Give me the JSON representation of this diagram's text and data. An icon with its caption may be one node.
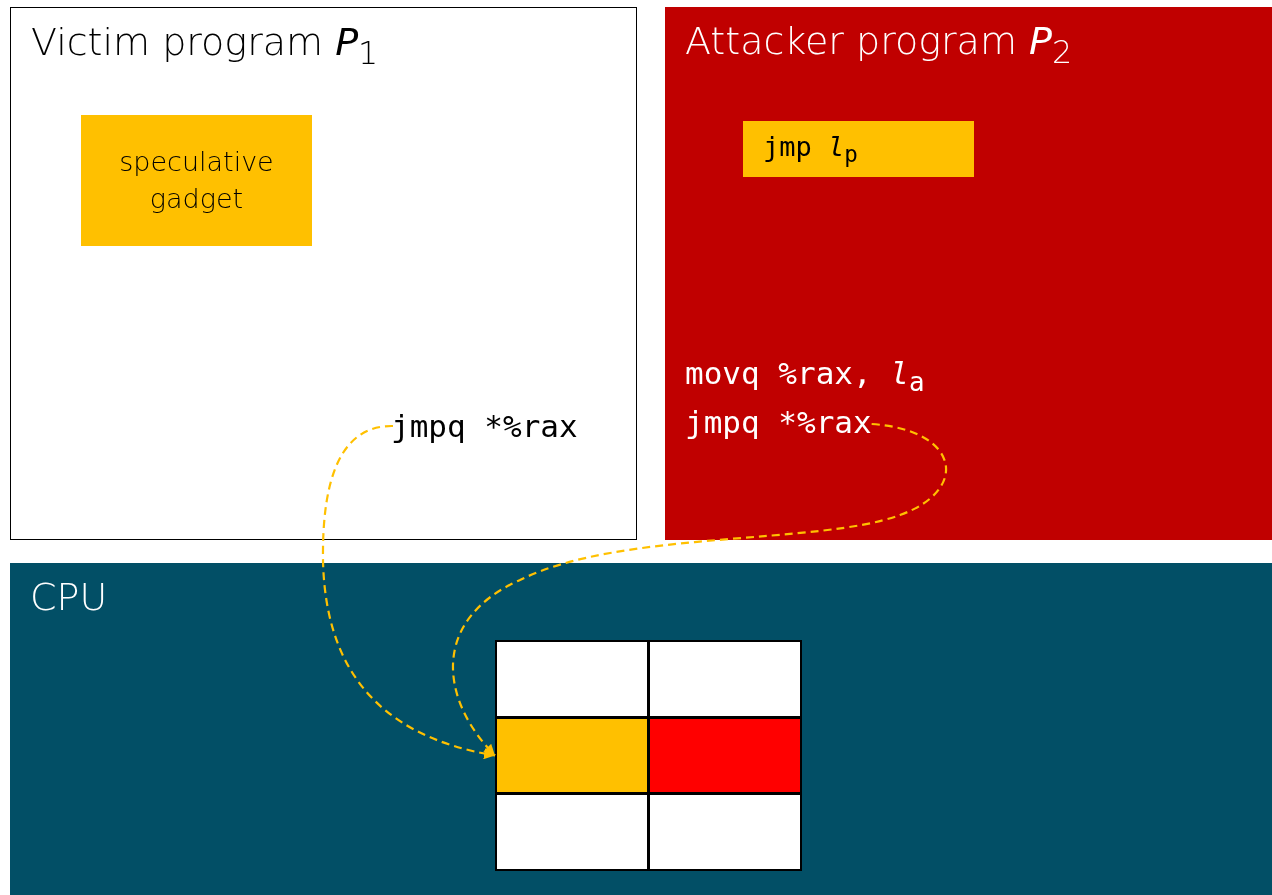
{
  "diagram": {
    "nodes": [
      {
        "text": [
          "Victim program *P*$_{1}$"
        ]
      },
      {
        "text": [
          "speculative gadget"
        ],
        "in": 0
      },
      {
        "text": [
          "jmpq *%rax"
        ],
        "in": 0
      },
      {
        "text": [
          "Attacker program *P*$_{2}$"
        ]
      },
      {
        "text": [
          "jmp *l*$_{p}$"
        ],
        "in": 3
      },
      {
        "text": [
          "jmpq *%rax"
        ],
        "in": 3
      },
      {
        "text": [
          "CPU"
        ]
      },
      {
        "text": [],
        "shape": "box",
        "in": 6
      },
      {
        "text": [],
        "shape": "box",
        "in": 6
      },
      {
        "text": [],
        "shape": "box",
        "in": 6
      },
      {
        "text": [],
        "shape": "box",
        "in": 6
      },
      {
        "text": [],
        "shape": "box",
        "in": 6
      },
      {
        "text": [],
        "shape": "box",
        "in": 6
      }
    ],
    "edges": [
      {
        "from": 2,
        "to": 9,
        "arrow": "to",
        "style": "dashed"
      },
      {
        "from": 5,
        "to": 9,
        "arrow": "to",
        "style": "dashed"
      }
    ],
    "labels": [
      "movq %rax, *l*$_{a}$"
    ]
  }
}
